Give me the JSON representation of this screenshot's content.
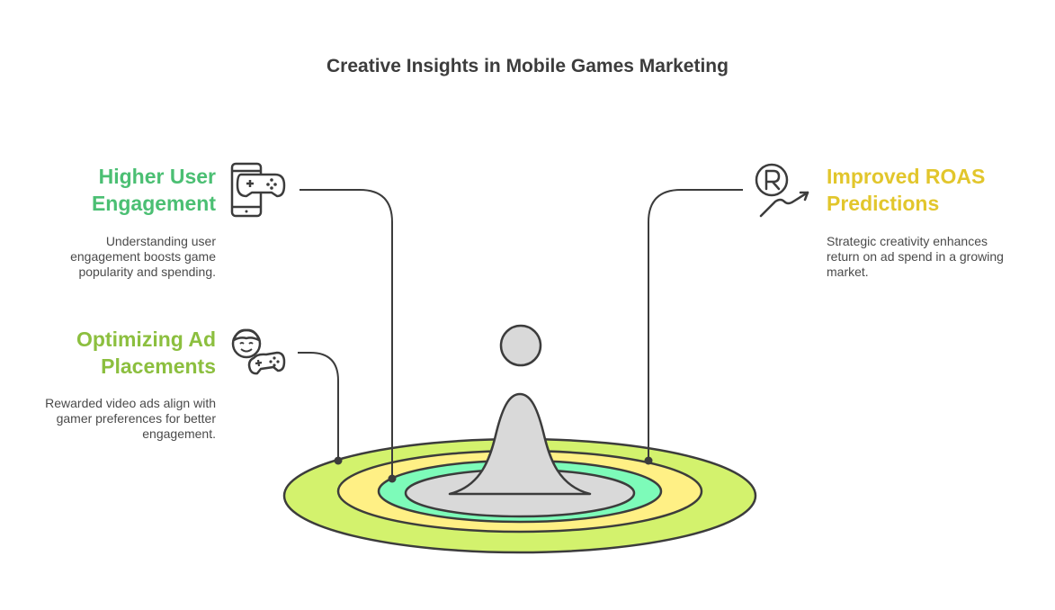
{
  "title": "Creative Insights in Mobile Games Marketing",
  "colors": {
    "green_heading": "#4bbf73",
    "olive_heading": "#8cbf3f",
    "yellow_heading": "#e2c62c",
    "ring_outer": "#d3f26d",
    "ring_mid": "#fff085",
    "ring_inner": "#7dfbb9",
    "core": "#d9d9d9",
    "stroke": "#3c3c3c"
  },
  "items": [
    {
      "heading_line1": "Higher User",
      "heading_line2": "Engagement",
      "description": "Understanding user engagement boosts game popularity and spending.",
      "icon": "phone-gamepad-icon"
    },
    {
      "heading_line1": "Optimizing Ad",
      "heading_line2": "Placements",
      "description": "Rewarded video ads align with gamer preferences for better engagement.",
      "icon": "gamer-face-controller-icon"
    },
    {
      "heading_line1": "Improved ROAS",
      "heading_line2": "Predictions",
      "description": "Strategic creativity enhances return on ad spend in a growing market.",
      "icon": "registered-growth-icon"
    }
  ]
}
